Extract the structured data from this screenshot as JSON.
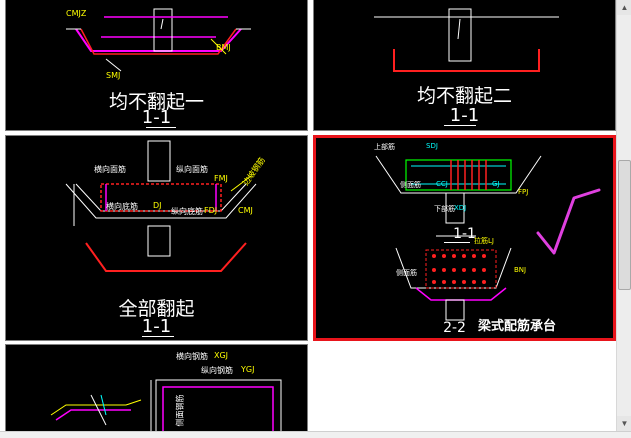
{
  "tiles": [
    {
      "title": "均不翻起一",
      "section": "1-1",
      "labels": {
        "a": "CMJZ",
        "b": "SMJ",
        "c": "BMJ"
      }
    },
    {
      "title": "均不翻起二",
      "section": "1-1"
    },
    {
      "title": "全部翻起",
      "section": "1-1",
      "labels": {
        "top_rebar": "横向面筋",
        "side_rebar": "纵向面筋",
        "side_code": "FMJ",
        "bottom_rebar": "横向底筋",
        "bottom_code": "DJ",
        "long_bottom": "纵向底筋",
        "long_code": "FDJ",
        "cmj": "CMJ",
        "tilt": "边坡钢筋"
      }
    },
    {
      "title": "梁式配筋承台",
      "section_top": "1-1",
      "section_bottom": "2-2",
      "labels": {
        "top_bar": "上部筋",
        "sdj": "SDJ",
        "side_bar": "侧面筋",
        "ccj": "CCJ",
        "gj": "GJ",
        "lower_bar": "下部筋",
        "xdj": "XDJ",
        "fpj": "FPJ",
        "lj": "拉筋LJ",
        "side2": "侧面筋",
        "bnj": "BNJ"
      }
    },
    {
      "labels": {
        "xgj_label": "横向钢筋",
        "xgj_code": "XGJ",
        "ygj_label": "纵向钢筋",
        "ygj_code": "YGJ",
        "side": "侧面钢筋"
      }
    }
  ],
  "selected_index": 3,
  "colors": {
    "selection": "#e8141b",
    "magenta": "#ff00ff",
    "red": "#ff2020",
    "green": "#00ff00",
    "yellow": "#ffff00",
    "cyan": "#00ffff",
    "white": "#ffffff",
    "checkmark": "#e040e0"
  },
  "scrollbar": {
    "up_icon": "▲",
    "down_icon": "▼"
  }
}
